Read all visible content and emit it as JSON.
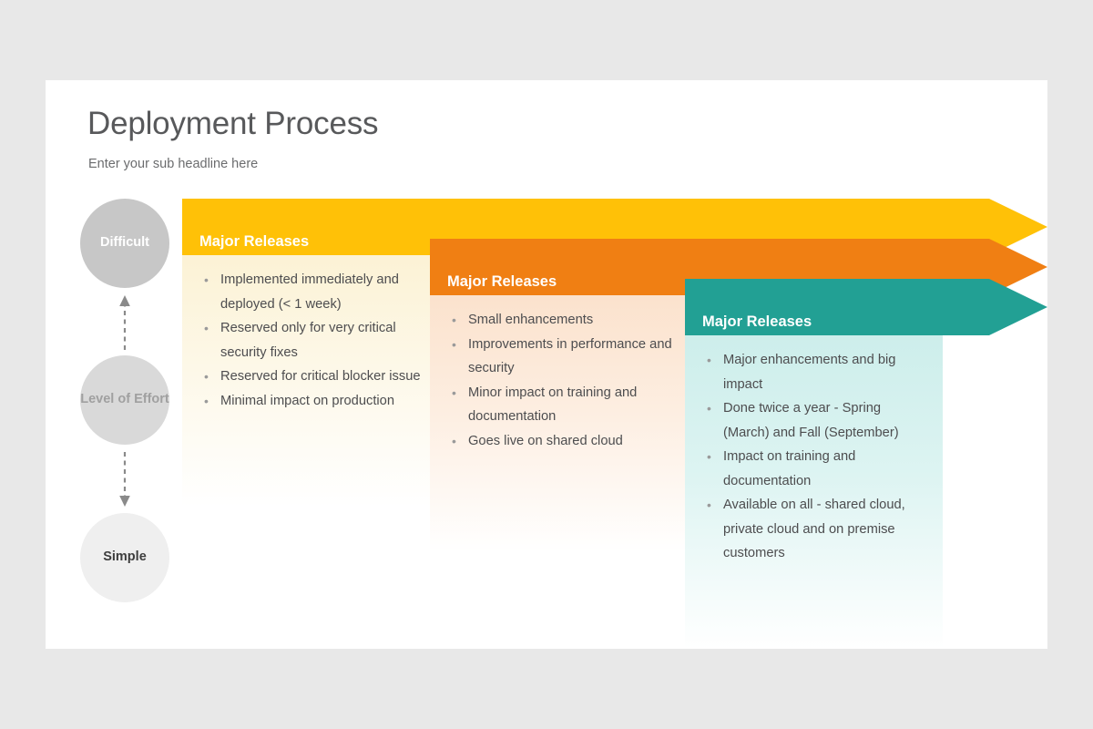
{
  "slide": {
    "title": "Deployment Process",
    "subtitle": "Enter your sub headline here",
    "background_color": "#e8e8e8",
    "canvas_color": "#ffffff"
  },
  "effort_axis": {
    "label": "Level of Effort",
    "top_label": "Difficult",
    "middle_label": "Level of Effort",
    "bottom_label": "Simple",
    "circles": [
      {
        "label": "Difficult",
        "fill": "#c7c7c7",
        "text_color": "#ffffff"
      },
      {
        "label": "Level of Effort",
        "fill": "#d9d9d9",
        "text_color": "#a0a0a0"
      },
      {
        "label": "Simple",
        "fill": "#efefef",
        "text_color": "#3d3d3d"
      }
    ],
    "arrows": [
      {
        "direction": "up",
        "style": "dashed",
        "color": "#808080"
      },
      {
        "direction": "down",
        "style": "dashed",
        "color": "#808080"
      }
    ]
  },
  "stages": [
    {
      "title": "Major Releases",
      "accent": "#ffc107",
      "body_tint": "#fcf2d5",
      "bullets": [
        "Implemented immediately and deployed (< 1 week)",
        "Reserved only for very critical security fixes",
        "Reserved for critical blocker issue",
        "Minimal impact on production"
      ]
    },
    {
      "title": "Major Releases",
      "accent": "#f07f13",
      "body_tint": "#fbe2cd",
      "bullets": [
        "Small enhancements",
        "Improvements in performance and security",
        "Minor impact on training and documentation",
        "Goes live on shared cloud"
      ]
    },
    {
      "title": "Major Releases",
      "accent": "#22a094",
      "body_tint": "#cdeeeb",
      "bullets": [
        "Major enhancements and big impact",
        "Done twice a year - Spring (March) and Fall (September)",
        "Impact on training and documentation",
        "Available on all - shared cloud, private cloud and on premise customers"
      ]
    }
  ]
}
